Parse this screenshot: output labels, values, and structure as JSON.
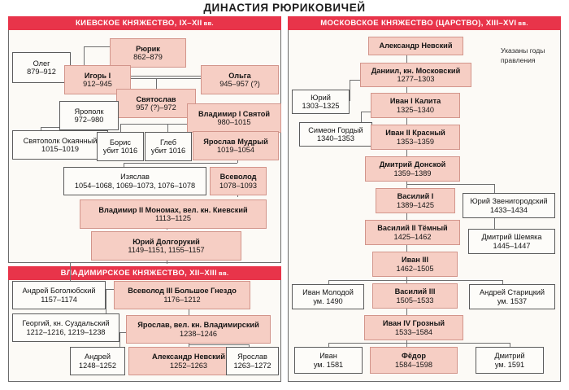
{
  "title": "ДИНАСТИЯ РЮРИКОВИЧЕЙ",
  "note": {
    "line1": "Указаны годы",
    "line2": "правления"
  },
  "sections": {
    "kiev": {
      "header": "КИЕВСКОЕ КНЯЖЕСТВО, IX–XII",
      "header_suffix": "вв."
    },
    "vladimir": {
      "header": "ВЛАДИМИРСКОЕ КНЯЖЕСТВО, XII–XIII",
      "header_suffix": "вв."
    },
    "moscow": {
      "header": "МОСКОВСКОЕ КНЯЖЕСТВО (ЦАРСТВО), XIII–XVI",
      "header_suffix": "вв."
    }
  },
  "kiev_nodes": [
    {
      "name": "Олег",
      "years": "879–912"
    },
    {
      "name": "Рюрик",
      "years": "862–879"
    },
    {
      "name": "Игорь I",
      "years": "912–945"
    },
    {
      "name": "Ольга",
      "years": "945–957 (?)"
    },
    {
      "name": "Святослав",
      "years": "957 (?)–972"
    },
    {
      "name": "Ярополк",
      "years": "972–980"
    },
    {
      "name": "Владимир I Святой",
      "years": "980–1015"
    },
    {
      "name": "Святополк Окаянный",
      "years": "1015–1019"
    },
    {
      "name": "Борис",
      "years": "убит 1016"
    },
    {
      "name": "Глеб",
      "years": "убит 1016"
    },
    {
      "name": "Ярослав Мудрый",
      "years": "1019–1054"
    },
    {
      "name": "Изяслав",
      "years": "1054–1068, 1069–1073, 1076–1078"
    },
    {
      "name": "Всеволод",
      "years": "1078–1093"
    },
    {
      "name": "Владимир II Мономах, вел. кн. Киевский",
      "years": "1113–1125"
    },
    {
      "name": "Юрий Долгорукий",
      "years": "1149–1151, 1155–1157"
    }
  ],
  "vladimir_nodes": [
    {
      "name": "Андрей Боголюбский",
      "years": "1157–1174"
    },
    {
      "name": "Всеволод III Большое Гнездо",
      "years": "1176–1212"
    },
    {
      "name": "Георгий, кн. Суздальский",
      "years": "1212–1216, 1219–1238"
    },
    {
      "name": "Ярослав, вел. кн. Владимирский",
      "years": "1238–1246"
    },
    {
      "name": "Андрей",
      "years": "1248–1252"
    },
    {
      "name": "Александр Невский",
      "years": "1252–1263"
    },
    {
      "name": "Ярослав",
      "years": "1263–1272"
    }
  ],
  "moscow_nodes": [
    {
      "name": "Александр Невский",
      "years": ""
    },
    {
      "name": "Даниил, кн. Московский",
      "years": "1277–1303"
    },
    {
      "name": "Юрий",
      "years": "1303–1325"
    },
    {
      "name": "Иван I Калита",
      "years": "1325–1340"
    },
    {
      "name": "Симеон Гордый",
      "years": "1340–1353"
    },
    {
      "name": "Иван II Красный",
      "years": "1353–1359"
    },
    {
      "name": "Дмитрий Донской",
      "years": "1359–1389"
    },
    {
      "name": "Василий I",
      "years": "1389–1425"
    },
    {
      "name": "Юрий Звенигородский",
      "years": "1433–1434"
    },
    {
      "name": "Василий II Тёмный",
      "years": "1425–1462"
    },
    {
      "name": "Дмитрий Шемяка",
      "years": "1445–1447"
    },
    {
      "name": "Иван III",
      "years": "1462–1505"
    },
    {
      "name": "Иван Молодой",
      "years": "ум. 1490"
    },
    {
      "name": "Василий III",
      "years": "1505–1533"
    },
    {
      "name": "Андрей Старицкий",
      "years": "ум. 1537"
    },
    {
      "name": "Иван IV Грозный",
      "years": "1533–1584"
    },
    {
      "name": "Иван",
      "years": "ум. 1581"
    },
    {
      "name": "Фёдор",
      "years": "1584–1598"
    },
    {
      "name": "Дмитрий",
      "years": "ум. 1591"
    }
  ],
  "colors": {
    "accent_red": "#E8344A",
    "box_pink_fill": "#F6CEC4",
    "box_pink_border": "#D2958B",
    "box_white_fill": "#FDFCF9",
    "box_white_border": "#5B5B5B",
    "panel_bg": "#FCFAF6",
    "line": "#6F6F6F"
  }
}
